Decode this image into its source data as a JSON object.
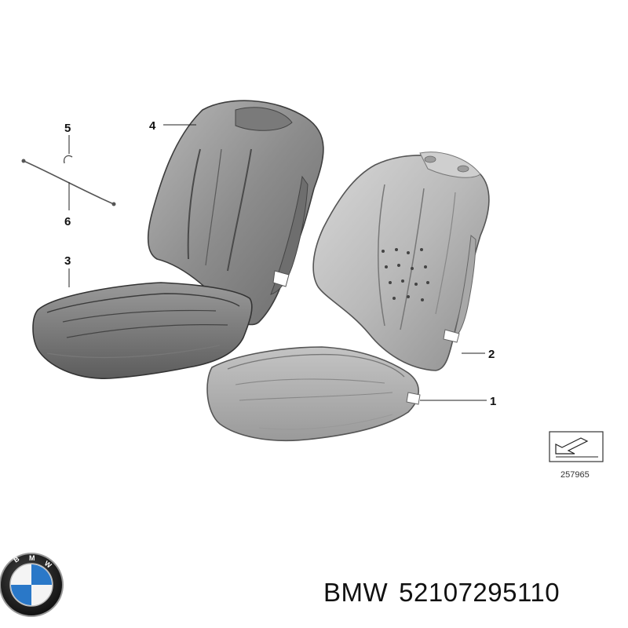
{
  "diagram": {
    "callouts": [
      {
        "id": "1",
        "label": "1"
      },
      {
        "id": "2",
        "label": "2"
      },
      {
        "id": "3",
        "label": "3"
      },
      {
        "id": "4",
        "label": "4"
      },
      {
        "id": "5",
        "label": "5"
      },
      {
        "id": "6",
        "label": "6"
      }
    ],
    "reference_number": "257965"
  },
  "logo": {
    "text": "BMW"
  },
  "caption": {
    "brand": "BMW",
    "part_number": "52107295110"
  },
  "colors": {
    "cover_fill": "#8e8e8e",
    "cover_light": "#bdbdbd",
    "cover_dark": "#5a5a5a",
    "logo_blue": "#2a78c8"
  }
}
